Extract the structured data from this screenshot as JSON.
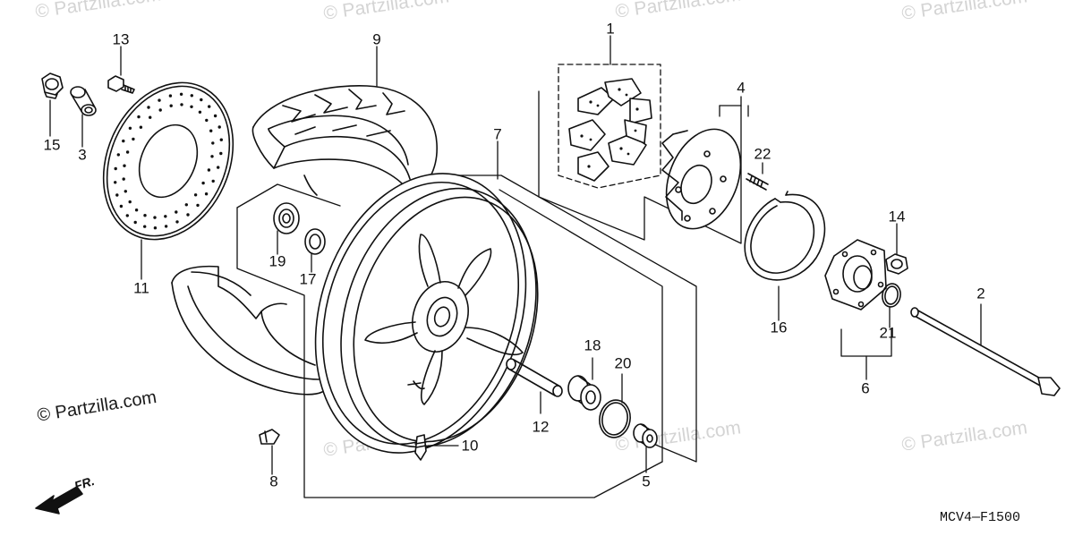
{
  "watermark_text": "© Partzilla.com",
  "copyright_text": "© Partzilla.com",
  "diagram_code": "MCV4—F1500",
  "direction_label": "FR.",
  "callouts": [
    {
      "id": "1",
      "label": "1"
    },
    {
      "id": "2",
      "label": "2"
    },
    {
      "id": "3",
      "label": "3"
    },
    {
      "id": "4",
      "label": "4"
    },
    {
      "id": "5",
      "label": "5"
    },
    {
      "id": "6",
      "label": "6"
    },
    {
      "id": "7",
      "label": "7"
    },
    {
      "id": "8",
      "label": "8"
    },
    {
      "id": "9",
      "label": "9"
    },
    {
      "id": "10",
      "label": "10"
    },
    {
      "id": "11",
      "label": "11"
    },
    {
      "id": "12",
      "label": "12"
    },
    {
      "id": "13",
      "label": "13"
    },
    {
      "id": "14",
      "label": "14"
    },
    {
      "id": "15",
      "label": "15"
    },
    {
      "id": "16",
      "label": "16"
    },
    {
      "id": "17",
      "label": "17"
    },
    {
      "id": "18",
      "label": "18"
    },
    {
      "id": "19",
      "label": "19"
    },
    {
      "id": "20",
      "label": "20"
    },
    {
      "id": "21",
      "label": "21"
    },
    {
      "id": "22",
      "label": "22"
    }
  ],
  "colors": {
    "line": "#111111",
    "watermark": "#d4d4d4",
    "background": "#ffffff"
  }
}
